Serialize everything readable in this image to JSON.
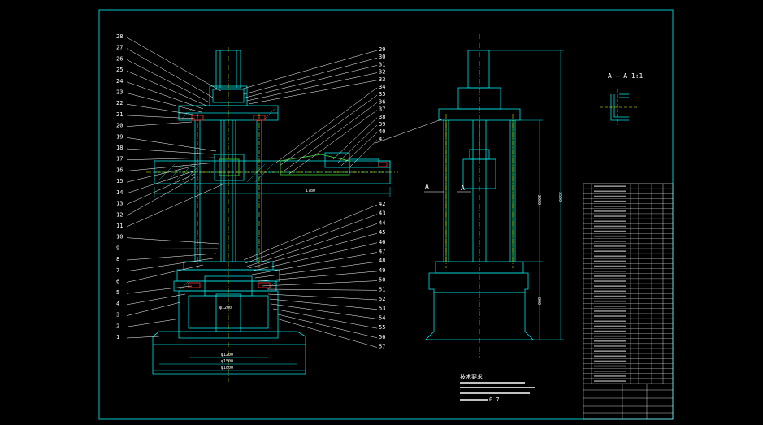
{
  "drawing": {
    "colors": {
      "background": "#000000",
      "frame": "#00c8c8",
      "part": "#00e5e5",
      "leader": "#ffffff",
      "centerline": "#ffff00",
      "rod": "#40e040",
      "accent": "#ff3030"
    },
    "left_labels": [
      "28",
      "27",
      "26",
      "25",
      "24",
      "23",
      "22",
      "21",
      "20",
      "19",
      "18",
      "17",
      "16",
      "15",
      "14",
      "13",
      "12",
      "11",
      "10",
      "9",
      "8",
      "7",
      "6",
      "5",
      "4",
      "3",
      "2",
      "1"
    ],
    "right_labels": [
      "29",
      "30",
      "31",
      "32",
      "33",
      "34",
      "35",
      "36",
      "37",
      "38",
      "39",
      "40",
      "41",
      "42",
      "43",
      "44",
      "45",
      "46",
      "47",
      "48",
      "49",
      "50",
      "51",
      "52",
      "53",
      "54",
      "55",
      "56",
      "57"
    ],
    "section_labels": {
      "cut_left": "A",
      "cut_right": "A",
      "detail_title": "A — A 1:1"
    },
    "dimensions": {
      "arm_length": "1780",
      "base_inner": "φ1200",
      "base_mid": "φ1500",
      "base_outer": "φ1800",
      "column_dia": "φ1200",
      "height_upper": "2000",
      "height_total": "3500",
      "height_lower": "800"
    },
    "notes": {
      "title": "技术要求",
      "final_suffix": "0.7"
    }
  }
}
